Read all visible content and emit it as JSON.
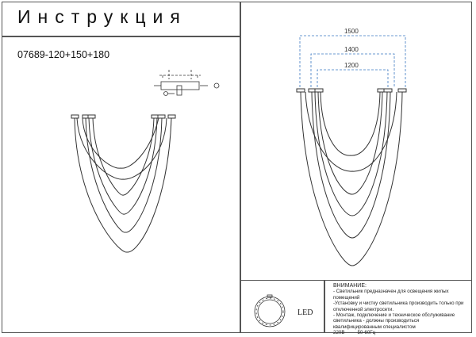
{
  "header": {
    "title": "Инструкция",
    "model": "07689-120+150+180"
  },
  "dimensions": [
    "1500",
    "1400",
    "1200"
  ],
  "dimension_color": "#3a78c2",
  "legend": {
    "label": "LED"
  },
  "notes": {
    "heading": "ВНИМАНИЕ:",
    "lines": [
      "- Светильник предназначен для освещения жилых",
      "помещений",
      "-Установку и чистку светильника производить только при",
      "отключенной электросети.",
      "- Монтаж, подключение и техническое обслуживание",
      "светильника - должны производиться",
      "квалифицированным специалистом"
    ],
    "voltage": "220В",
    "frequency": "50-60Гц"
  }
}
